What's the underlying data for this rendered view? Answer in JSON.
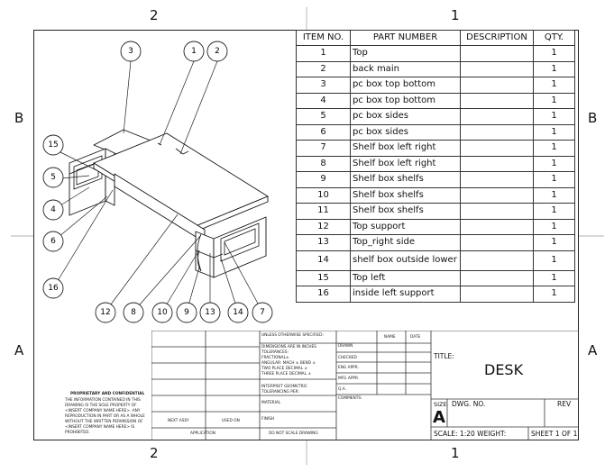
{
  "zones": {
    "top": [
      "2",
      "1"
    ],
    "bottom": [
      "2",
      "1"
    ],
    "left": [
      "B",
      "A"
    ],
    "right": [
      "B",
      "A"
    ]
  },
  "bom": {
    "headers": [
      "ITEM NO.",
      "PART NUMBER",
      "DESCRIPTION",
      "QTY."
    ],
    "rows": [
      {
        "item": "1",
        "part": "Top",
        "desc": "",
        "qty": "1"
      },
      {
        "item": "2",
        "part": "back main",
        "desc": "",
        "qty": "1"
      },
      {
        "item": "3",
        "part": "pc box top bottom",
        "desc": "",
        "qty": "1"
      },
      {
        "item": "4",
        "part": "pc box top bottom",
        "desc": "",
        "qty": "1"
      },
      {
        "item": "5",
        "part": "pc box sides",
        "desc": "",
        "qty": "1"
      },
      {
        "item": "6",
        "part": "pc box sides",
        "desc": "",
        "qty": "1"
      },
      {
        "item": "7",
        "part": "Shelf box left right",
        "desc": "",
        "qty": "1"
      },
      {
        "item": "8",
        "part": "Shelf box left right",
        "desc": "",
        "qty": "1"
      },
      {
        "item": "9",
        "part": "Shelf box shelfs",
        "desc": "",
        "qty": "1"
      },
      {
        "item": "10",
        "part": "Shelf box shelfs",
        "desc": "",
        "qty": "1"
      },
      {
        "item": "11",
        "part": "Shelf box shelfs",
        "desc": "",
        "qty": "1"
      },
      {
        "item": "12",
        "part": "Top support",
        "desc": "",
        "qty": "1"
      },
      {
        "item": "13",
        "part": "Top_right side",
        "desc": "",
        "qty": "1"
      },
      {
        "item": "14",
        "part": "shelf box outside lower",
        "desc": "",
        "qty": "1"
      },
      {
        "item": "15",
        "part": "Top left",
        "desc": "",
        "qty": "1"
      },
      {
        "item": "16",
        "part": "inside left support",
        "desc": "",
        "qty": "1"
      }
    ]
  },
  "balloons": [
    "3",
    "1",
    "2",
    "15",
    "5",
    "4",
    "6",
    "16",
    "12",
    "8",
    "10",
    "9",
    "13",
    "14",
    "7"
  ],
  "title_block": {
    "unless": "UNLESS OTHERWISE SPECIFIED:",
    "name": "NAME",
    "date": "DATE",
    "dims": "DIMENSIONS ARE IN INCHES",
    "tolerances": "TOLERANCES:",
    "fractional": "FRACTIONAL±",
    "angular": "ANGULAR: MACH ±   BEND ±",
    "two_place": "TWO PLACE DECIMAL    ±",
    "three_place": "THREE PLACE DECIMAL  ±",
    "drawn": "DRAWN",
    "checked": "CHECKED",
    "eng_appr": "ENG APPR.",
    "mfg_appr": "MFG APPR.",
    "qa": "Q.A.",
    "comments": "COMMENTS:",
    "interpret": "INTERPRET GEOMETRIC",
    "tolerancing": "TOLERANCING PER:",
    "material": "MATERIAL",
    "finish": "FINISH",
    "next_assy": "NEXT ASSY",
    "used_on": "USED ON",
    "application": "APPLICATION",
    "do_not_scale": "DO NOT SCALE DRAWING",
    "proprietary_title": "PROPRIETARY AND CONFIDENTIAL",
    "proprietary_lines": [
      "THE INFORMATION CONTAINED IN THIS",
      "DRAWING IS THE SOLE PROPERTY OF",
      "<INSERT COMPANY NAME HERE>. ANY",
      "REPRODUCTION IN PART OR AS A WHOLE",
      "WITHOUT THE WRITTEN PERMISSION OF",
      "<INSERT COMPANY NAME HERE> IS",
      "PROHIBITED."
    ],
    "title_label": "TITLE:",
    "title": "DESK",
    "size_label": "SIZE",
    "size": "A",
    "dwg_no": "DWG.  NO.",
    "rev": "REV",
    "scale": "SCALE: 1:20 WEIGHT:",
    "sheet": "SHEET 1 OF 1"
  }
}
